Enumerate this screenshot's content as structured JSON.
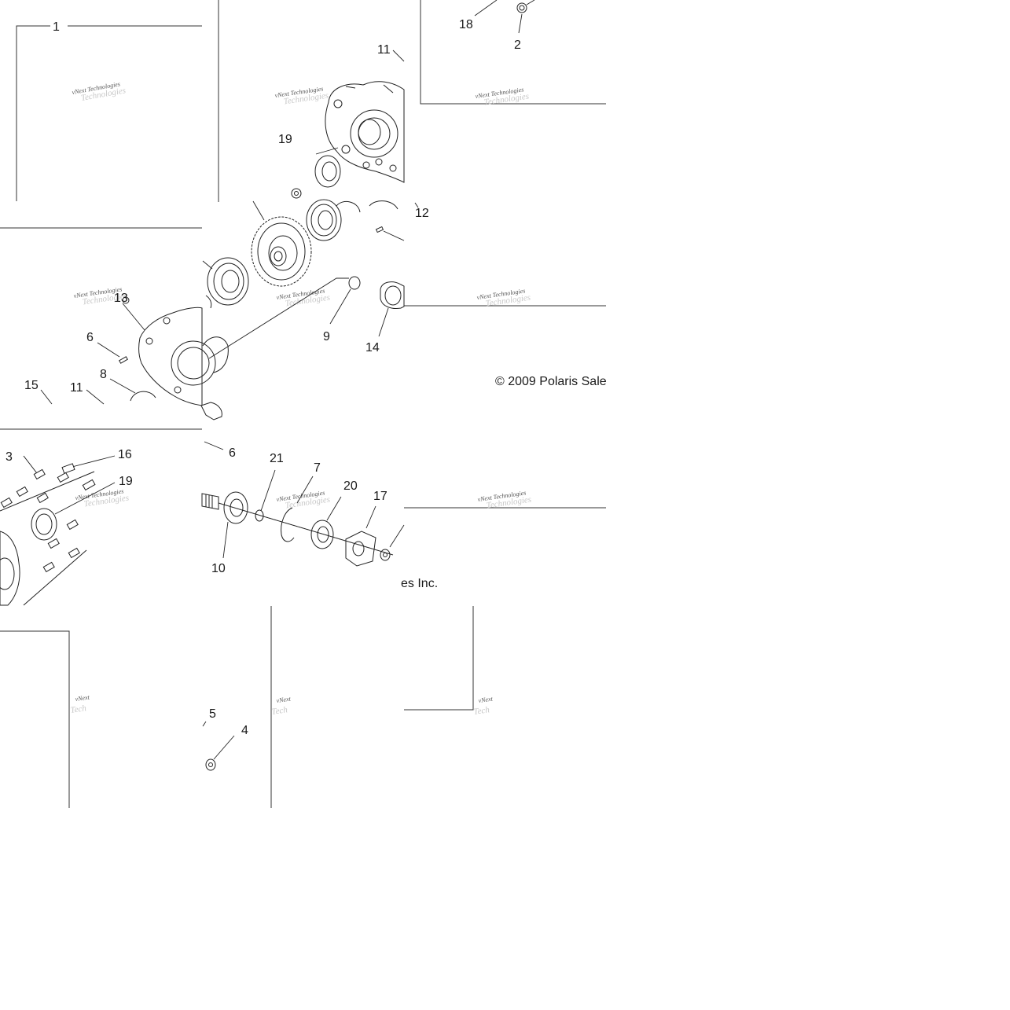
{
  "credit_line_1": "© 2009 Polaris Sale",
  "credit_line_2": "es Inc.",
  "watermark_line_1": "vNext Technologies",
  "watermark_line_2": "Technologies",
  "watermark_short": "vNext",
  "watermark_short_2": "Tech",
  "callouts": [
    "1",
    "2",
    "3",
    "4",
    "5",
    "6",
    "6",
    "7",
    "8",
    "9",
    "10",
    "11",
    "11",
    "12",
    "13",
    "14",
    "15",
    "16",
    "17",
    "18",
    "19",
    "19",
    "20",
    "21"
  ]
}
